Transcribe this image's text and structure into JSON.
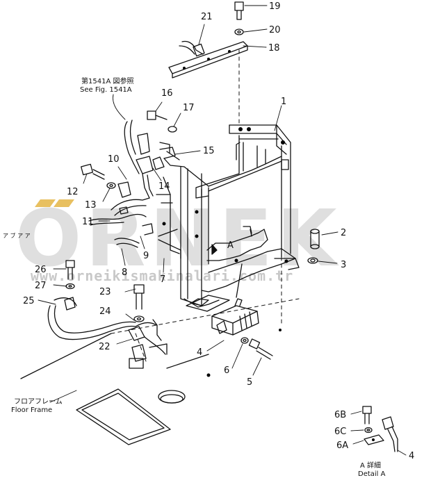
{
  "callouts": {
    "c1": "1",
    "c2": "2",
    "c3": "3",
    "c4": "4",
    "c4b": "4",
    "c5": "5",
    "c6": "6",
    "c6a": "6A",
    "c6b": "6B",
    "c6c": "6C",
    "c7": "7",
    "c8": "8",
    "c9": "9",
    "c10": "10",
    "c11": "11",
    "c12": "12",
    "c13": "13",
    "c14": "14",
    "c15": "15",
    "c16": "16",
    "c17": "17",
    "c18": "18",
    "c19": "19",
    "c20": "20",
    "c21": "21",
    "c22": "22",
    "c23": "23",
    "c24": "24",
    "c25": "25",
    "c26": "26",
    "c27": "27"
  },
  "notes": {
    "see_fig_jp": "第1541A 図参照",
    "see_fig_en": "See Fig. 1541A",
    "floor_frame_jp": "フロアフレーム",
    "floor_frame_en": "Floor Frame",
    "detail_jp": "A 詳細",
    "detail_en": "Detail A",
    "detail_marker": "A",
    "faint_label": "ア ブ ア ア"
  },
  "watermark": {
    "brand": "ORNEK",
    "url": "www.orneikismakinalari.com.tr"
  },
  "colors": {
    "line": "#111111",
    "watermark_gray": "#b8b8b8",
    "watermark_accent": "#e8c060"
  }
}
